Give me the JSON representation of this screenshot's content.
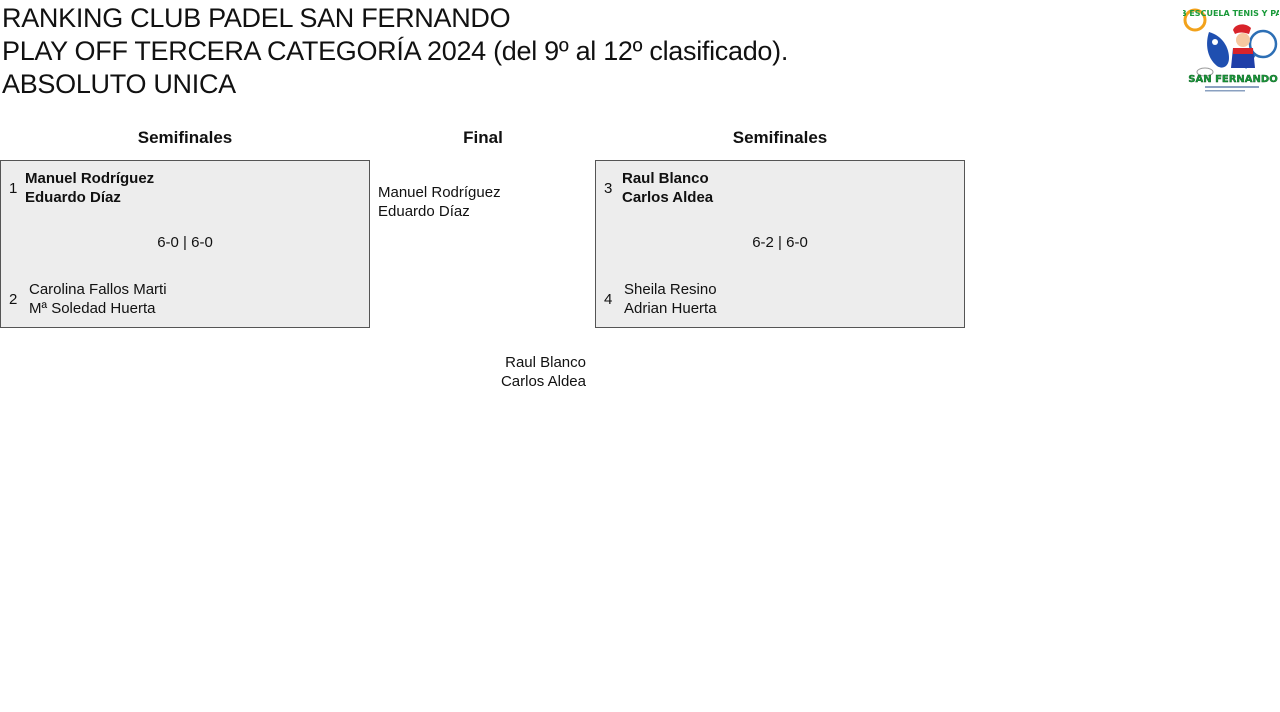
{
  "title": {
    "line1": "RANKING CLUB PADEL SAN FERNANDO",
    "line2": "PLAY OFF TERCERA CATEGORÍA 2024 (del 9º al 12º clasificado).",
    "line3": "ABSOLUTO UNICA"
  },
  "logo": {
    "text_top": "CLUB ESCUELA TENIS Y PADEL",
    "text_bottom": "SAN FERNANDO"
  },
  "rounds": {
    "left": "Semifinales",
    "final": "Final",
    "right": "Semifinales"
  },
  "semifinal_left": {
    "top": {
      "seed": "1",
      "player1": "Manuel Rodríguez",
      "player2": "Eduardo Díaz"
    },
    "score": "6-0 | 6-0",
    "bottom": {
      "seed": "2",
      "player1": "Carolina Fallos Marti",
      "player2": "Mª Soledad Huerta"
    }
  },
  "semifinal_right": {
    "top": {
      "seed": "3",
      "player1": "Raul Blanco",
      "player2": "Carlos Aldea"
    },
    "score": "6-2 | 6-0",
    "bottom": {
      "seed": "4",
      "player1": "Sheila Resino",
      "player2": "Adrian Huerta"
    }
  },
  "final": {
    "team_a": {
      "player1": "Manuel Rodríguez",
      "player2": "Eduardo Díaz"
    },
    "team_b": {
      "player1": "Raul Blanco",
      "player2": "Carlos Aldea"
    }
  }
}
